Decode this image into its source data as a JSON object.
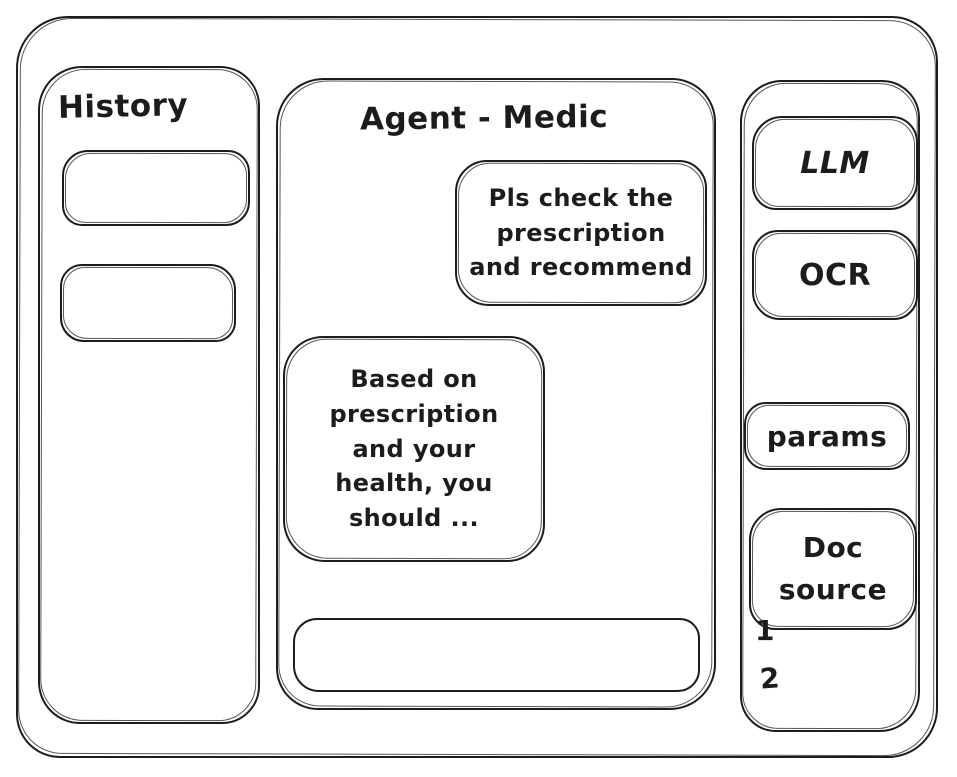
{
  "history": {
    "title": "History"
  },
  "chat": {
    "title": "Agent - Medic",
    "user_message": "Pls check the\nprescription\nand recommend",
    "agent_message": "Based on\nprescription\nand your\nhealth, you\nshould ...",
    "input_value": ""
  },
  "tools": {
    "buttons": [
      {
        "id": "llm",
        "label": "LLM"
      },
      {
        "id": "ocr",
        "label": "OCR"
      },
      {
        "id": "params",
        "label": "params"
      },
      {
        "id": "doc-source",
        "label": "Doc\nsource"
      }
    ],
    "doc_items": [
      "1",
      "2"
    ]
  },
  "colors": {
    "ink": "#1c1c1c",
    "background": "#ffffff"
  }
}
